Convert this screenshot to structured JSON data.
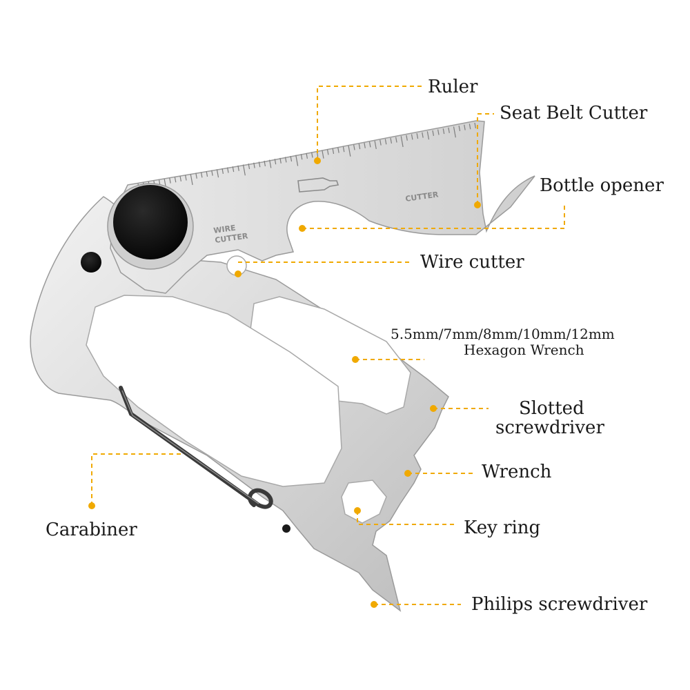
{
  "colors": {
    "leader": "#f0a900",
    "steel_light": "#e6e6e6",
    "steel_mid": "#c4c4c4",
    "steel_dark": "#8c8c8c",
    "pivot": "#0e0e0e",
    "text": "#1a1a1a"
  },
  "tool_stamps": {
    "wire_cutter_line1": "WIRE",
    "wire_cutter_line2": "CUTTER",
    "cutter": "CUTTER"
  },
  "callouts": {
    "ruler": "Ruler",
    "seat_belt_cutter": "Seat Belt Cutter",
    "bottle_opener": "Bottle opener",
    "wire_cutter": "Wire cutter",
    "hex_sizes": "5.5mm/7mm/8mm/10mm/12mm",
    "hex_name": "Hexagon Wrench",
    "slotted_line1": "Slotted",
    "slotted_line2": "screwdriver",
    "wrench": "Wrench",
    "key_ring": "Key ring",
    "carabiner": "Carabiner",
    "philips": "Philips screwdriver"
  }
}
